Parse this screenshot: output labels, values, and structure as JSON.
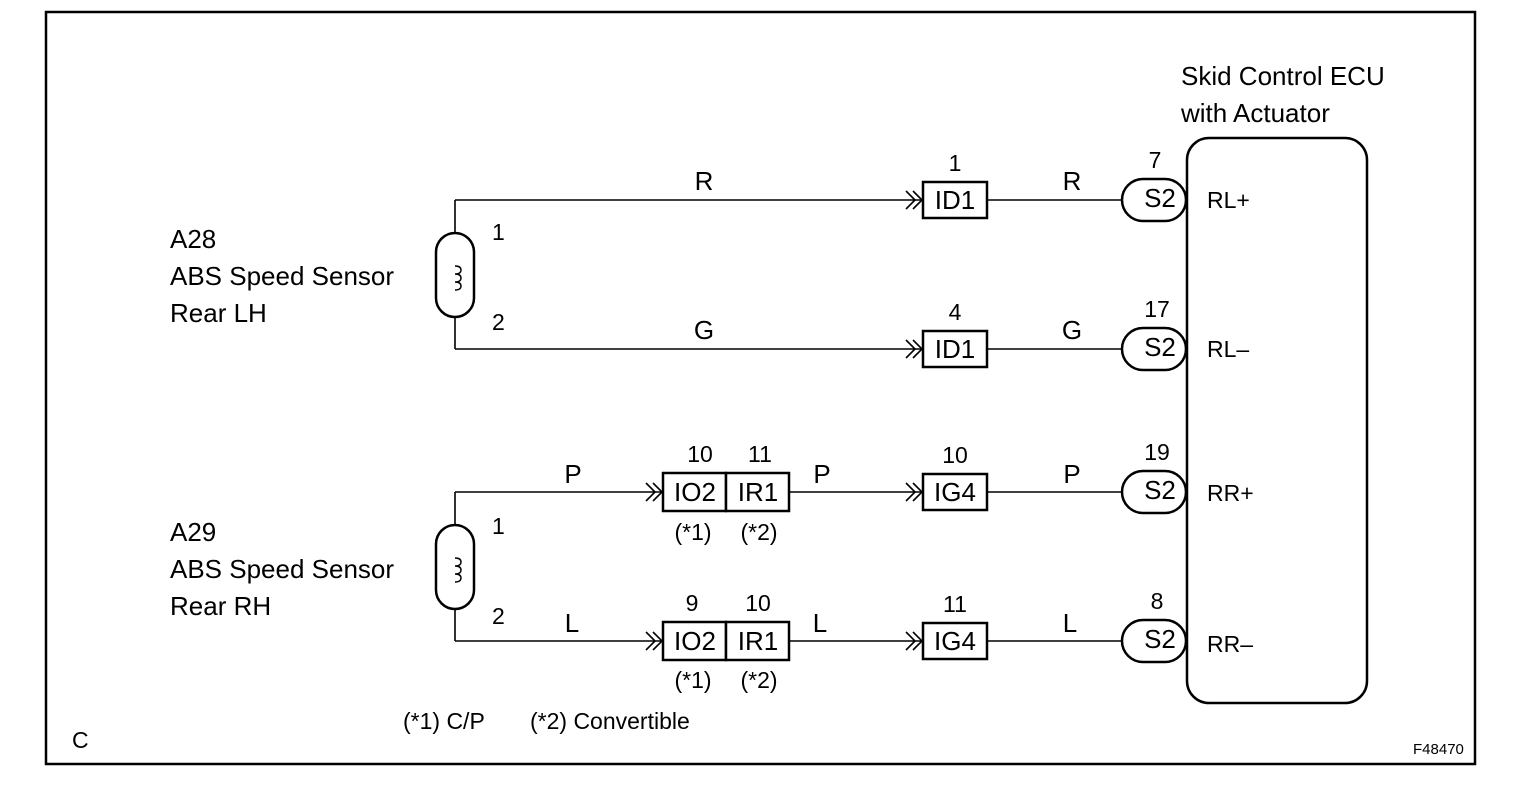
{
  "page": {
    "corner_label": "C",
    "figure_id": "F48470"
  },
  "ecu": {
    "title_line1": "Skid Control ECU",
    "title_line2": "with Actuator"
  },
  "sensors": [
    {
      "code": "A28",
      "name": "ABS Speed Sensor",
      "side": "Rear LH",
      "pin_top": "1",
      "pin_bottom": "2"
    },
    {
      "code": "A29",
      "name": "ABS Speed Sensor",
      "side": "Rear RH",
      "pin_top": "1",
      "pin_bottom": "2"
    }
  ],
  "circuits": [
    {
      "wire_in": "R",
      "wire_out": "R",
      "junction": null,
      "connector": {
        "name": "ID1",
        "pin": "1"
      },
      "ecu_connector": "S2",
      "ecu_pin": "7",
      "ecu_terminal": "RL+"
    },
    {
      "wire_in": "G",
      "wire_out": "G",
      "junction": null,
      "connector": {
        "name": "ID1",
        "pin": "4"
      },
      "ecu_connector": "S2",
      "ecu_pin": "17",
      "ecu_terminal": "RL–"
    },
    {
      "wire_in": "P",
      "wire_out": "P",
      "wire_mid": "P",
      "junction": {
        "a_name": "IO2",
        "a_pin": "10",
        "a_note": "(*1)",
        "b_name": "IR1",
        "b_pin": "11",
        "b_note": "(*2)"
      },
      "connector": {
        "name": "IG4",
        "pin": "10"
      },
      "ecu_connector": "S2",
      "ecu_pin": "19",
      "ecu_terminal": "RR+"
    },
    {
      "wire_in": "L",
      "wire_out": "L",
      "wire_mid": "L",
      "junction": {
        "a_name": "IO2",
        "a_pin": "9",
        "a_note": "(*1)",
        "b_name": "IR1",
        "b_pin": "10",
        "b_note": "(*2)"
      },
      "connector": {
        "name": "IG4",
        "pin": "11"
      },
      "ecu_connector": "S2",
      "ecu_pin": "8",
      "ecu_terminal": "RR–"
    }
  ],
  "legend": {
    "note1": "(*1) C/P",
    "note2": "(*2) Convertible"
  }
}
